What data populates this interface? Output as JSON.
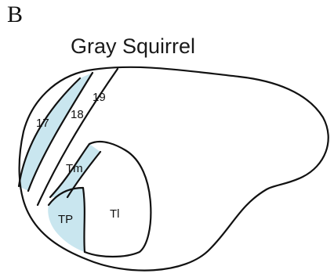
{
  "panel": {
    "letter": "B"
  },
  "figure": {
    "title": "Gray Squirrel"
  },
  "areas": {
    "a17": "17",
    "a18": "18",
    "a19": "19",
    "tm": "Tm",
    "tp": "TP",
    "tl": "Tl"
  },
  "colors": {
    "shaded": "#c9e6ef",
    "outline": "#111111",
    "background": "#ffffff"
  }
}
